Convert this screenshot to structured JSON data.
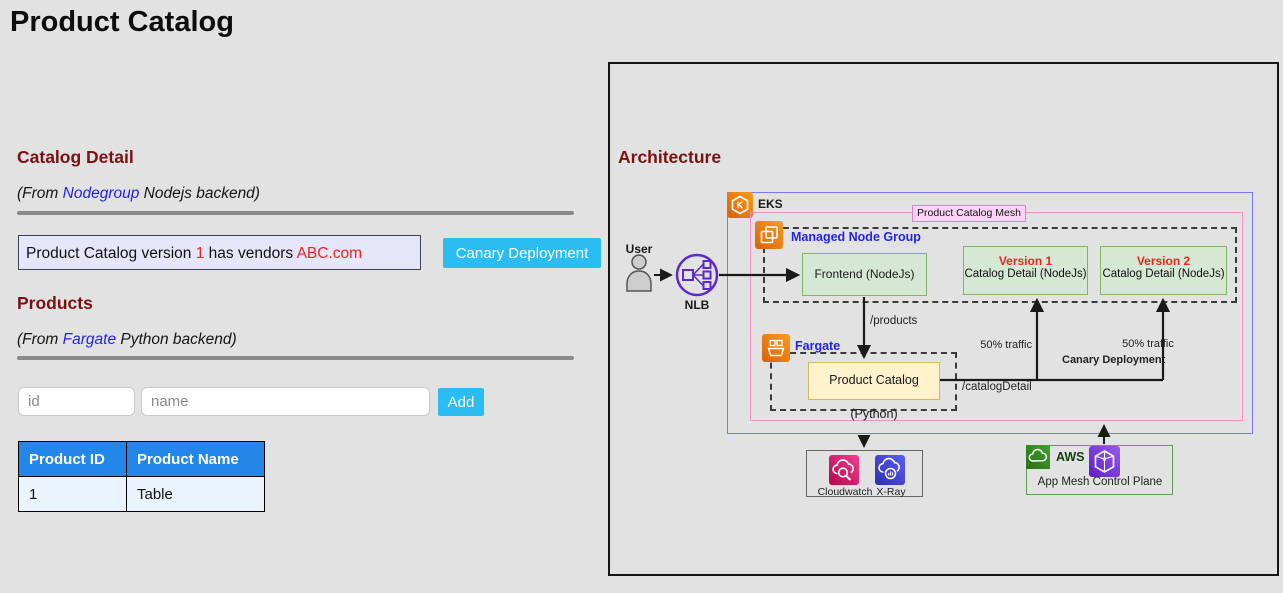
{
  "page": {
    "title": "Product Catalog"
  },
  "catalog_detail": {
    "heading": "Catalog Detail",
    "subtitle_prefix": "(From ",
    "subtitle_link": "Nodegroup",
    "subtitle_suffix": " Nodejs backend)",
    "version_text_1": "Product Catalog version ",
    "version_number": "1",
    "version_text_2": " has vendors ",
    "vendor": "ABC.com",
    "canary_button": "Canary Deployment"
  },
  "products": {
    "heading": "Products",
    "subtitle_prefix": "(From ",
    "subtitle_link": "Fargate",
    "subtitle_suffix": " Python backend)",
    "id_placeholder": "id",
    "name_placeholder": "name",
    "add_button": "Add",
    "table": {
      "headers": [
        "Product ID",
        "Product Name"
      ],
      "rows": [
        [
          "1",
          "Table"
        ]
      ]
    }
  },
  "architecture": {
    "heading": "Architecture",
    "user_label": "User",
    "nlb_label": "NLB",
    "eks_label": "EKS",
    "mesh_label": "Product Catalog Mesh",
    "managed_node_group_label": "Managed Node Group",
    "frontend_label": "Frontend (NodeJs)",
    "version1_title": "Version 1",
    "version1_label": "Catalog Detail (NodeJs)",
    "version2_title": "Version 2",
    "version2_label": "Catalog Detail (NodeJs)",
    "products_route": "/products",
    "fargate_label": "Fargate",
    "python_label": "Product Catalog (Python)",
    "traffic_left": "50% traffic",
    "traffic_right": "50% traffic",
    "canary_label": "Canary Deployment",
    "catalog_route": "/catalogDetail",
    "cloudwatch_label": "Cloudwatch",
    "xray_label": "X-Ray",
    "aws_label": "AWS",
    "appmesh_label": "App Mesh Control Plane"
  },
  "colors": {
    "accent_cyan": "#29bdf2",
    "heading_maroon": "#7a1113",
    "link_blue": "#2323e6",
    "alert_red": "#f42121",
    "table_header_blue": "#2287e8",
    "table_row_blue": "#ebf4fe",
    "version_box_lavender": "#e6e6fa",
    "diagram_green": "#d5e8d4",
    "diagram_yellow": "#fff2cc",
    "eks_border_blue": "#7a7af2",
    "mesh_border_pink": "#f291c4",
    "nlb_purple": "#5b2bc9",
    "aws_orange": "#e9770f"
  }
}
